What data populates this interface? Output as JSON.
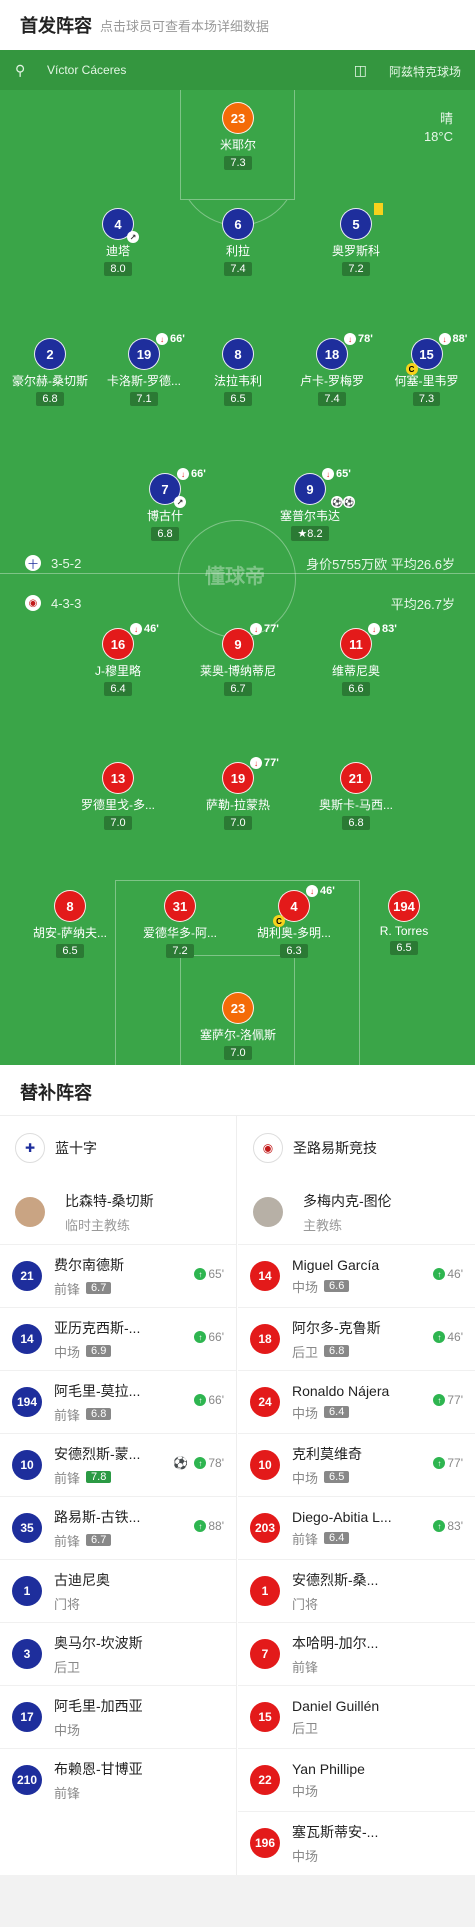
{
  "header": {
    "title": "首发阵容",
    "subtitle": "点击球员可查看本场详细数据"
  },
  "pitch": {
    "referee": "Víctor Cáceres",
    "venue": "阿兹特克球场",
    "weather": "晴",
    "temperature": "18°C",
    "watermark": "懂球帝",
    "home": {
      "formation": "3-5-2",
      "value": "身价5755万欧 平均26.6岁",
      "logo_text": "十"
    },
    "away": {
      "formation": "4-3-3",
      "value": "平均26.7岁",
      "logo_text": "◉"
    },
    "home_players": [
      {
        "num": "23",
        "name": "米耶尔",
        "rating": "7.3"
      },
      {
        "num": "4",
        "name": "迪塔",
        "rating": "8.0"
      },
      {
        "num": "6",
        "name": "利拉",
        "rating": "7.4"
      },
      {
        "num": "5",
        "name": "奥罗斯科",
        "rating": "7.2"
      },
      {
        "num": "2",
        "name": "豪尔赫-桑切斯",
        "rating": "6.8"
      },
      {
        "num": "19",
        "name": "卡洛斯-罗德...",
        "rating": "7.1",
        "sub": "66'"
      },
      {
        "num": "8",
        "name": "法拉韦利",
        "rating": "6.5"
      },
      {
        "num": "18",
        "name": "卢卡-罗梅罗",
        "rating": "7.4",
        "sub": "78'"
      },
      {
        "num": "15",
        "name": "何塞-里韦罗",
        "rating": "7.3",
        "sub": "88'"
      },
      {
        "num": "7",
        "name": "博古什",
        "rating": "6.8",
        "sub": "66'"
      },
      {
        "num": "9",
        "name": "塞普尔韦达",
        "rating": "8.2",
        "sub": "65'"
      }
    ],
    "away_players": [
      {
        "num": "16",
        "name": "J-穆里略",
        "rating": "6.4",
        "sub": "46'"
      },
      {
        "num": "9",
        "name": "莱奥-博纳蒂尼",
        "rating": "6.7",
        "sub": "77'"
      },
      {
        "num": "11",
        "name": "维蒂尼奥",
        "rating": "6.6",
        "sub": "83'"
      },
      {
        "num": "13",
        "name": "罗德里戈-多...",
        "rating": "7.0"
      },
      {
        "num": "19",
        "name": "萨勒-拉蒙热",
        "rating": "7.0",
        "sub": "77'"
      },
      {
        "num": "21",
        "name": "奥斯卡-马西...",
        "rating": "6.8"
      },
      {
        "num": "8",
        "name": "胡安-萨纳夫...",
        "rating": "6.5"
      },
      {
        "num": "31",
        "name": "爱德华多-阿...",
        "rating": "7.2"
      },
      {
        "num": "4",
        "name": "胡利奥-多明...",
        "rating": "6.3",
        "sub": "46'"
      },
      {
        "num": "194",
        "name": "R. Torres",
        "rating": "6.5"
      },
      {
        "num": "23",
        "name": "塞萨尔-洛佩斯",
        "rating": "7.0"
      }
    ]
  },
  "subs": {
    "title": "替补阵容",
    "home": {
      "team": "蓝十字",
      "coach": {
        "name": "比森特-桑切斯",
        "role": "临时主教练"
      },
      "players": [
        {
          "num": "21",
          "name": "费尔南德斯",
          "pos": "前锋",
          "rating": "6.7",
          "event": "65'"
        },
        {
          "num": "14",
          "name": "亚历克西斯-...",
          "pos": "中场",
          "rating": "6.9",
          "event": "66'"
        },
        {
          "num": "194",
          "name": "阿毛里-莫拉...",
          "pos": "前锋",
          "rating": "6.8",
          "event": "66'"
        },
        {
          "num": "10",
          "name": "安德烈斯-蒙...",
          "pos": "前锋",
          "rating": "7.8",
          "event": "78'",
          "goal": "⚽"
        },
        {
          "num": "35",
          "name": "路易斯-古铁...",
          "pos": "前锋",
          "rating": "6.7",
          "event": "88'"
        },
        {
          "num": "1",
          "name": "古迪尼奥",
          "pos": "门将"
        },
        {
          "num": "3",
          "name": "奥马尔-坎波斯",
          "pos": "后卫"
        },
        {
          "num": "17",
          "name": "阿毛里-加西亚",
          "pos": "中场"
        },
        {
          "num": "210",
          "name": "布赖恩-甘博亚",
          "pos": "前锋"
        }
      ]
    },
    "away": {
      "team": "圣路易斯竞技",
      "coach": {
        "name": "多梅内克-图伦",
        "role": "主教练"
      },
      "players": [
        {
          "num": "14",
          "name": "Miguel García",
          "pos": "中场",
          "rating": "6.6",
          "event": "46'"
        },
        {
          "num": "18",
          "name": "阿尔多-克鲁斯",
          "pos": "后卫",
          "rating": "6.8",
          "event": "46'"
        },
        {
          "num": "24",
          "name": "Ronaldo Nájera",
          "pos": "中场",
          "rating": "6.4",
          "event": "77'"
        },
        {
          "num": "10",
          "name": "克利莫维奇",
          "pos": "中场",
          "rating": "6.5",
          "event": "77'"
        },
        {
          "num": "203",
          "name": "Diego-Abitia L...",
          "pos": "前锋",
          "rating": "6.4",
          "event": "83'"
        },
        {
          "num": "1",
          "name": "安德烈斯-桑...",
          "pos": "门将"
        },
        {
          "num": "7",
          "name": "本哈明-加尔...",
          "pos": "前锋"
        },
        {
          "num": "15",
          "name": "Daniel Guillén",
          "pos": "后卫"
        },
        {
          "num": "22",
          "name": "Yan Phillipe",
          "pos": "中场"
        },
        {
          "num": "196",
          "name": "塞瓦斯蒂安-...",
          "pos": "中场"
        }
      ]
    }
  }
}
